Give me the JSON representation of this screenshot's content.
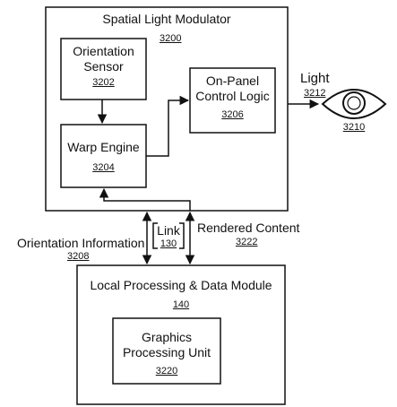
{
  "spatial_light_modulator": {
    "title": "Spatial Light Modulator",
    "ref": "3200"
  },
  "orientation_sensor": {
    "line1": "Orientation",
    "line2": "Sensor",
    "ref": "3202"
  },
  "warp_engine": {
    "title": "Warp Engine",
    "ref": "3204"
  },
  "control_logic": {
    "line1": "On-Panel",
    "line2": "Control Logic",
    "ref": "3206"
  },
  "light": {
    "label": "Light",
    "ref": "3212"
  },
  "eye": {
    "ref": "3210"
  },
  "link": {
    "label": "Link",
    "ref": "130"
  },
  "orientation_information": {
    "label": "Orientation Information",
    "ref": "3208"
  },
  "rendered_content": {
    "label": "Rendered Content",
    "ref": "3222"
  },
  "local_module": {
    "title": "Local Processing & Data Module",
    "ref": "140"
  },
  "gpu": {
    "line1": "Graphics",
    "line2": "Processing Unit",
    "ref": "3220"
  }
}
